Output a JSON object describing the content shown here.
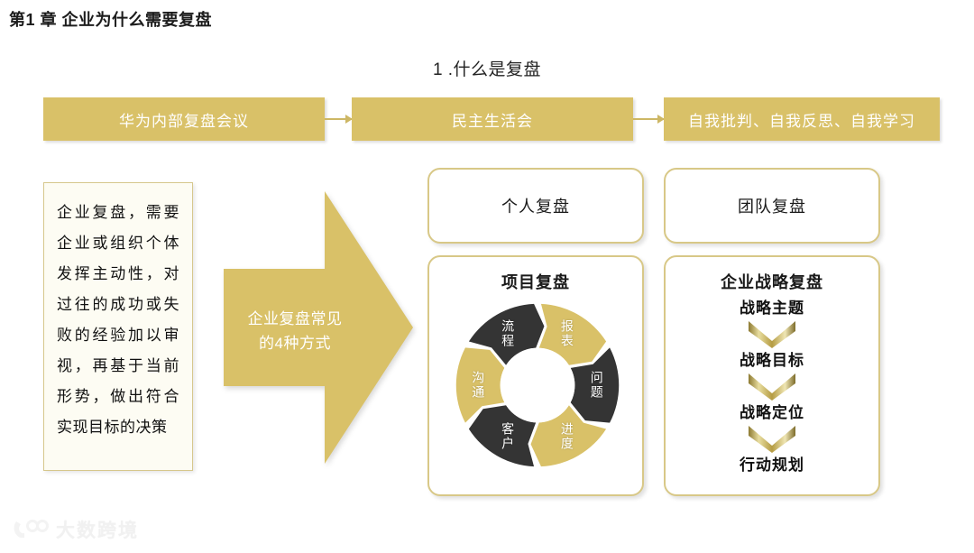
{
  "page": {
    "title": "第1 章 企业为什么需要复盘",
    "section_heading": "1 .什么是复盘",
    "colors": {
      "gold": "#d9c168",
      "gold_border": "#d8c887",
      "dark": "#343434",
      "cream": "#fdfcf3",
      "background": "#ffffff"
    }
  },
  "flow": {
    "banners": [
      {
        "label": "华为内部复盘会议"
      },
      {
        "label": "民主生活会"
      },
      {
        "label": "自我批判、自我反思、自我学习"
      }
    ],
    "connectors": [
      {
        "name": "arrow-1"
      },
      {
        "name": "arrow-2"
      }
    ]
  },
  "description": {
    "text": "企业复盘，需要企业或组织个体发挥主动性，对过往的成功或失败的经验加以审视，再基于当前形势，做出符合实现目标的决策"
  },
  "big_arrow": {
    "label_line_1": "企业复盘常见",
    "label_line_2": "的4种方式",
    "label": "企业复盘常见的4种方式"
  },
  "cards": {
    "personal": {
      "title": "个人复盘"
    },
    "team": {
      "title": "团队复盘"
    },
    "project": {
      "title": "项目复盘",
      "segments": [
        {
          "label": "报表",
          "color": "#d9c168"
        },
        {
          "label": "问题",
          "color": "#343434"
        },
        {
          "label": "进度",
          "color": "#d9c168"
        },
        {
          "label": "客户",
          "color": "#343434"
        },
        {
          "label": "沟通",
          "color": "#d9c168"
        },
        {
          "label": "流程",
          "color": "#343434"
        }
      ]
    },
    "strategy": {
      "title": "企业战略复盘",
      "steps": [
        {
          "label": "战略主题"
        },
        {
          "label": "战略目标"
        },
        {
          "label": "战略定位"
        },
        {
          "label": "行动规划"
        }
      ]
    }
  },
  "watermark": {
    "text": "大数跨境",
    "icon": "logo-icon"
  }
}
